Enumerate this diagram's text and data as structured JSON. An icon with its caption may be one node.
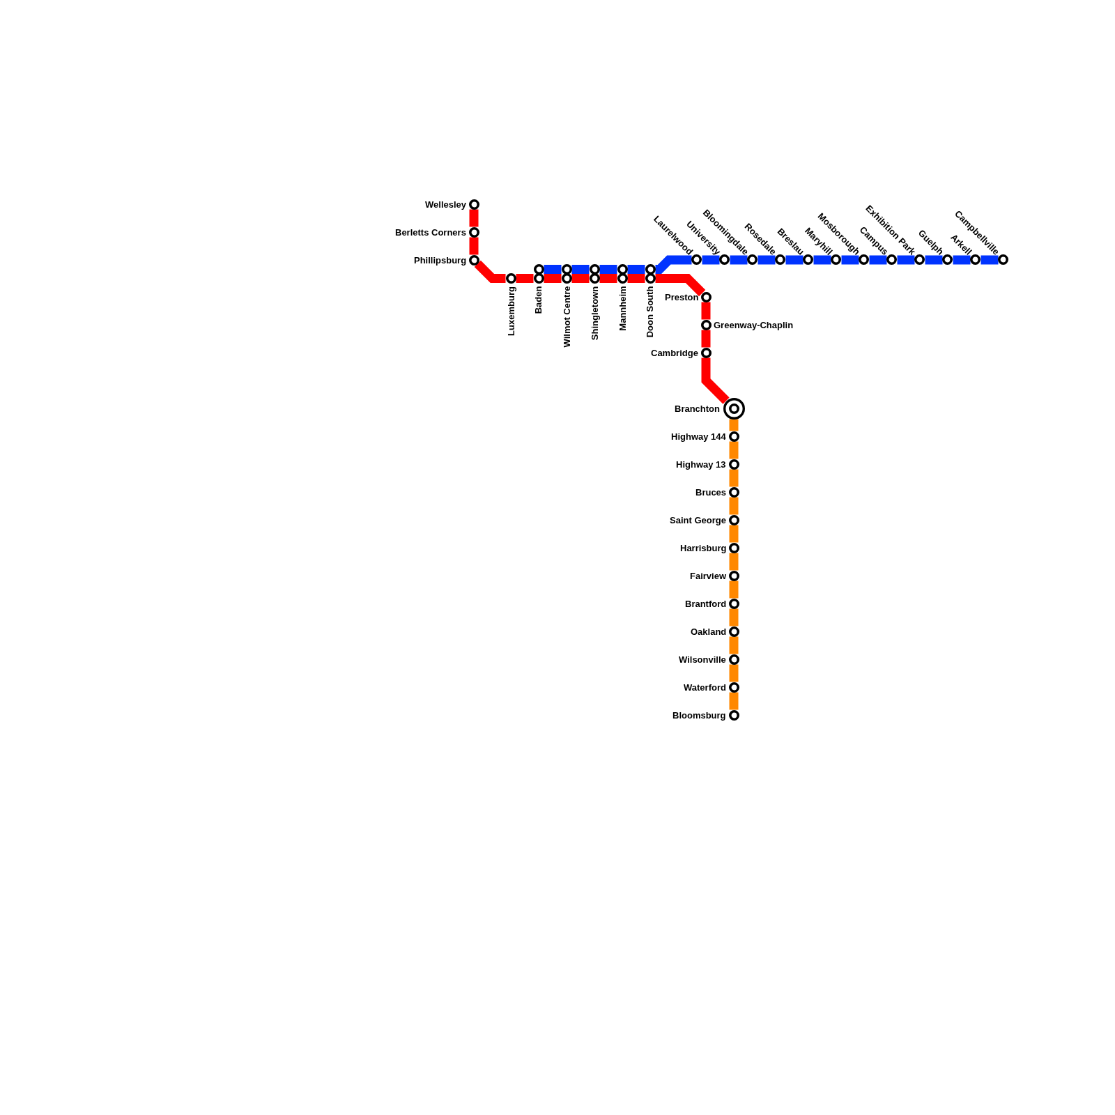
{
  "diagram": {
    "nodes": [
      {
        "text": [
          "Wellesley"
        ]
      },
      {
        "text": [
          "Berletts Corners"
        ]
      },
      {
        "text": [
          "Phillipsburg"
        ]
      },
      {
        "text": [
          "Luxemburg"
        ]
      },
      {
        "text": [
          "Baden"
        ]
      },
      {
        "text": [
          "Wilmot Centre"
        ]
      },
      {
        "text": [
          "Shingletown"
        ]
      },
      {
        "text": [
          "Mannheim"
        ]
      },
      {
        "text": [
          "Doon South"
        ]
      },
      {
        "text": [
          "Laurelwood"
        ]
      },
      {
        "text": [
          "University"
        ]
      },
      {
        "text": [
          "Bloomingdale"
        ]
      },
      {
        "text": [
          "Rosedale"
        ]
      },
      {
        "text": [
          "Breslau"
        ]
      },
      {
        "text": [
          "Maryhill"
        ]
      },
      {
        "text": [
          "Mosborough"
        ]
      },
      {
        "text": [
          "Campus"
        ]
      },
      {
        "text": [
          "Exhibition Park"
        ]
      },
      {
        "text": [
          "Guelph"
        ]
      },
      {
        "text": [
          "Arkell"
        ]
      },
      {
        "text": [
          "Campbellville"
        ]
      },
      {
        "text": [
          "Preston"
        ]
      },
      {
        "text": [
          "Greenway-Chaplin"
        ]
      },
      {
        "text": [
          "Cambridge"
        ]
      },
      {
        "text": [
          "Branchton"
        ]
      },
      {
        "text": [
          "Highway 144"
        ]
      },
      {
        "text": [
          "Highway 13"
        ]
      },
      {
        "text": [
          "Bruces"
        ]
      },
      {
        "text": [
          "Saint George"
        ]
      },
      {
        "text": [
          "Harrisburg"
        ]
      },
      {
        "text": [
          "Fairview"
        ]
      },
      {
        "text": [
          "Brantford"
        ]
      },
      {
        "text": [
          "Oakland"
        ]
      },
      {
        "text": [
          "Wilsonville"
        ]
      },
      {
        "text": [
          "Waterford"
        ]
      },
      {
        "text": [
          "Bloomsburg"
        ]
      }
    ],
    "edges": [
      {
        "from": 0,
        "to": 1,
        "arrow": "none",
        "color": "#ff0000"
      },
      {
        "from": 1,
        "to": 2,
        "arrow": "none",
        "color": "#ff0000"
      },
      {
        "from": 2,
        "to": 3,
        "arrow": "none",
        "color": "#ff0000"
      },
      {
        "from": 3,
        "to": 4,
        "arrow": "none",
        "color": "#ff0000"
      },
      {
        "from": 4,
        "to": 5,
        "arrow": "none",
        "color": "#ff0000"
      },
      {
        "from": 5,
        "to": 6,
        "arrow": "none",
        "color": "#ff0000"
      },
      {
        "from": 6,
        "to": 7,
        "arrow": "none",
        "color": "#ff0000"
      },
      {
        "from": 7,
        "to": 8,
        "arrow": "none",
        "color": "#ff0000"
      },
      {
        "from": 8,
        "to": 21,
        "arrow": "none",
        "color": "#ff0000"
      },
      {
        "from": 21,
        "to": 22,
        "arrow": "none",
        "color": "#ff0000"
      },
      {
        "from": 22,
        "to": 23,
        "arrow": "none",
        "color": "#ff0000"
      },
      {
        "from": 23,
        "to": 24,
        "arrow": "none",
        "color": "#ff0000"
      },
      {
        "from": 4,
        "to": 5,
        "arrow": "none",
        "color": "#0033ff"
      },
      {
        "from": 5,
        "to": 6,
        "arrow": "none",
        "color": "#0033ff"
      },
      {
        "from": 6,
        "to": 7,
        "arrow": "none",
        "color": "#0033ff"
      },
      {
        "from": 7,
        "to": 8,
        "arrow": "none",
        "color": "#0033ff"
      },
      {
        "from": 8,
        "to": 9,
        "arrow": "none",
        "color": "#0033ff"
      },
      {
        "from": 9,
        "to": 10,
        "arrow": "none",
        "color": "#0033ff"
      },
      {
        "from": 10,
        "to": 11,
        "arrow": "none",
        "color": "#0033ff"
      },
      {
        "from": 11,
        "to": 12,
        "arrow": "none",
        "color": "#0033ff"
      },
      {
        "from": 12,
        "to": 13,
        "arrow": "none",
        "color": "#0033ff"
      },
      {
        "from": 13,
        "to": 14,
        "arrow": "none",
        "color": "#0033ff"
      },
      {
        "from": 14,
        "to": 15,
        "arrow": "none",
        "color": "#0033ff"
      },
      {
        "from": 15,
        "to": 16,
        "arrow": "none",
        "color": "#0033ff"
      },
      {
        "from": 16,
        "to": 17,
        "arrow": "none",
        "color": "#0033ff"
      },
      {
        "from": 17,
        "to": 18,
        "arrow": "none",
        "color": "#0033ff"
      },
      {
        "from": 18,
        "to": 19,
        "arrow": "none",
        "color": "#0033ff"
      },
      {
        "from": 19,
        "to": 20,
        "arrow": "none",
        "color": "#0033ff"
      },
      {
        "from": 24,
        "to": 25,
        "arrow": "none",
        "color": "#ff8800"
      },
      {
        "from": 25,
        "to": 26,
        "arrow": "none",
        "color": "#ff8800"
      },
      {
        "from": 26,
        "to": 27,
        "arrow": "none",
        "color": "#ff8800"
      },
      {
        "from": 27,
        "to": 28,
        "arrow": "none",
        "color": "#ff8800"
      },
      {
        "from": 28,
        "to": 29,
        "arrow": "none",
        "color": "#ff8800"
      },
      {
        "from": 29,
        "to": 30,
        "arrow": "none",
        "color": "#ff8800"
      },
      {
        "from": 30,
        "to": 31,
        "arrow": "none",
        "color": "#ff8800"
      },
      {
        "from": 31,
        "to": 32,
        "arrow": "none",
        "color": "#ff8800"
      },
      {
        "from": 32,
        "to": 33,
        "arrow": "none",
        "color": "#ff8800"
      },
      {
        "from": 33,
        "to": 34,
        "arrow": "none",
        "color": "#ff8800"
      },
      {
        "from": 34,
        "to": 35,
        "arrow": "none",
        "color": "#ff8800"
      }
    ]
  }
}
